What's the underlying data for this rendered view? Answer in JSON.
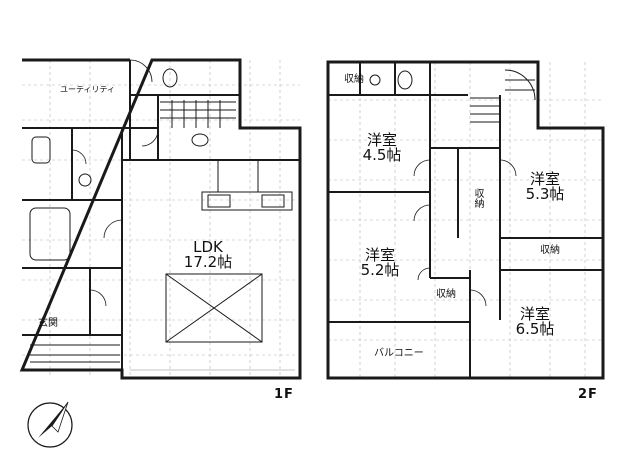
{
  "floor1": {
    "label": "1F",
    "rooms": {
      "utility": "ユーティリティ",
      "ldk_name": "LDK",
      "ldk_size": "17.2帖",
      "entrance": "玄関"
    }
  },
  "floor2": {
    "label": "2F",
    "rooms": {
      "western": "洋室",
      "r45_size": "4.5帖",
      "r53_size": "5.3帖",
      "r52_size": "5.2帖",
      "r65_size": "6.5帖",
      "storage": "収納",
      "balcony": "バルコニー"
    }
  },
  "colors": {
    "wall": "#1a1a1a",
    "grid": "#b0b0b0",
    "background": "#ffffff"
  },
  "icons": [
    "north-arrow-icon"
  ]
}
